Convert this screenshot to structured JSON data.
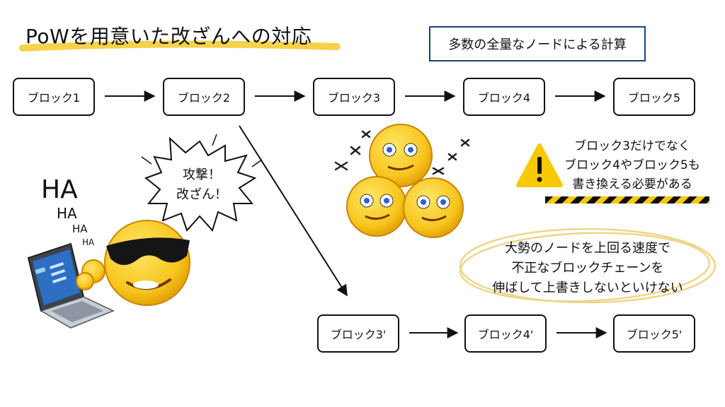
{
  "title": "PoWを用意いた改ざんへの対応",
  "info_box": "多数の全量なノードによる計算",
  "main_chain": [
    "ブロック1",
    "ブロック2",
    "ブロック3",
    "ブロック4",
    "ブロック5"
  ],
  "fork_chain": [
    "ブロック3'",
    "ブロック4'",
    "ブロック5'"
  ],
  "attack_bubble": [
    "攻撃！",
    "改ざん！"
  ],
  "laughter": [
    "HA",
    "HA",
    "HA",
    "HA"
  ],
  "warning_lines": [
    "ブロック3だけでなく",
    "ブロック4やブロック5も",
    "書き換える必要がある"
  ],
  "circle_lines": [
    "大勢のノードを上回る速度で",
    "不正なブロックチェーンを",
    "伸ばして上書きしないといけない"
  ],
  "colors": {
    "title_underline": "#f5cc36",
    "info_border": "#1f3f7a",
    "emoji_yellow": "#f7c51e",
    "warning": "#f6c900"
  },
  "icons": [
    "warning-icon",
    "dizzy-emoji-icon",
    "sunglasses-emoji-icon",
    "laptop-icon",
    "burst-bubble-icon"
  ]
}
